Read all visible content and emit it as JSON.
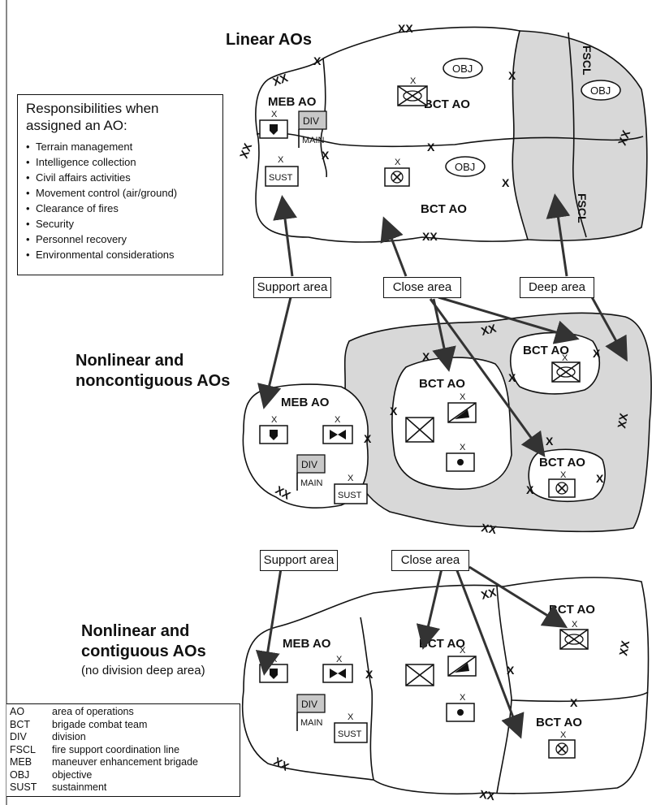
{
  "sections": {
    "linear_title": "Linear AOs",
    "nonlinear_noncontig_title": [
      "Nonlinear and",
      "noncontiguous AOs"
    ],
    "nonlinear_contig_title": [
      "Nonlinear and",
      "contiguous AOs"
    ],
    "nonlinear_contig_note": "(no division deep area)"
  },
  "responsibilities": {
    "title": "Responsibilities when assigned an AO:",
    "items": [
      "Terrain management",
      "Intelligence collection",
      "Civil affairs activities",
      "Movement control (air/ground)",
      "Clearance of fires",
      "Security",
      "Personnel recovery",
      "Environmental considerations"
    ]
  },
  "area_labels": {
    "support": "Support area",
    "close": "Close area",
    "deep": "Deep area"
  },
  "ao_labels": {
    "meb": "MEB AO",
    "bct": "BCT AO"
  },
  "symbols": {
    "obj": "OBJ",
    "div": "DIV",
    "main": "MAIN",
    "sust": "SUST",
    "fscl": "FSCL",
    "brigade": "X",
    "division": "XX"
  },
  "legend": [
    {
      "abbr": "AO",
      "desc": "area of operations"
    },
    {
      "abbr": "BCT",
      "desc": "brigade combat team"
    },
    {
      "abbr": "DIV",
      "desc": "division"
    },
    {
      "abbr": "FSCL",
      "desc": "fire support coordination line"
    },
    {
      "abbr": "MEB",
      "desc": "maneuver enhancement brigade"
    },
    {
      "abbr": "OBJ",
      "desc": "objective"
    },
    {
      "abbr": "SUST",
      "desc": "sustainment"
    }
  ],
  "colors": {
    "deep_area_fill": "#d8d8d8",
    "div_fill": "#c8c8c8",
    "arrow": "#333333"
  }
}
